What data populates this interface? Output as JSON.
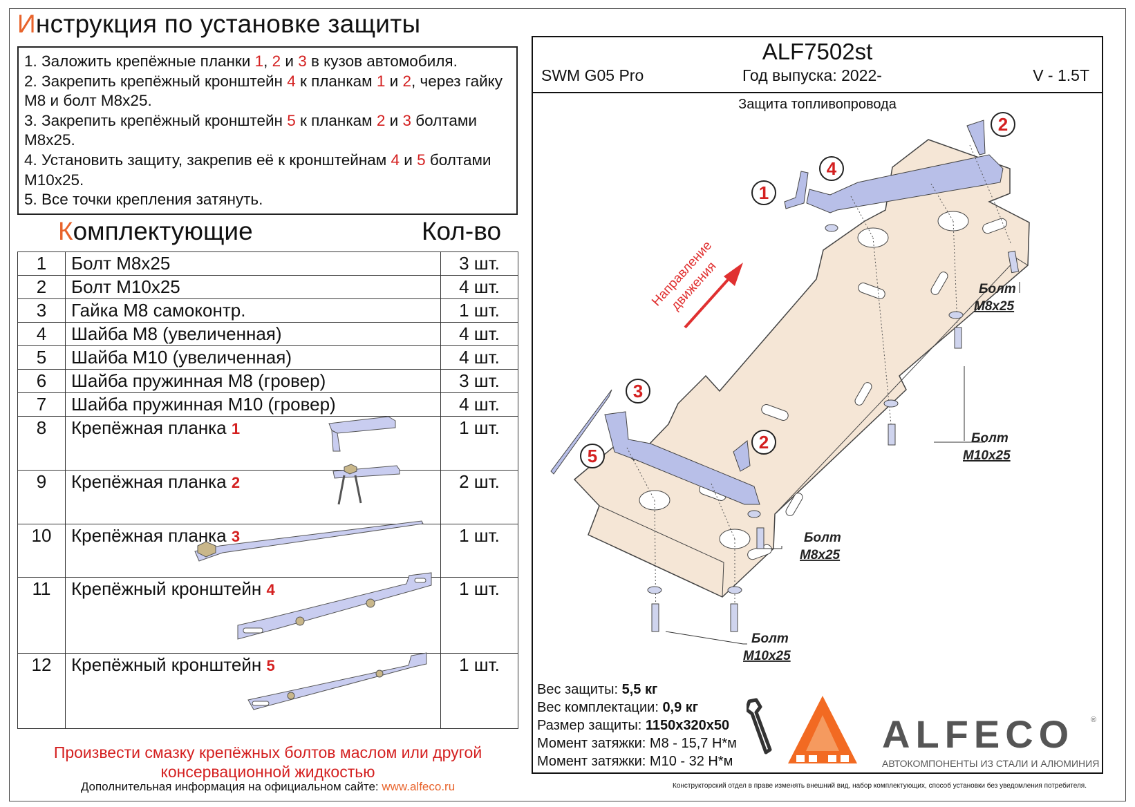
{
  "title": {
    "first": "И",
    "rest": "нструкция по установке защиты"
  },
  "steps": [
    {
      "parts": [
        "1. Заложить крепёжные планки ",
        {
          "n": "1"
        },
        ", ",
        {
          "n": "2"
        },
        " и ",
        {
          "n": "3"
        },
        " в кузов автомобиля."
      ]
    },
    {
      "parts": [
        "2. Закрепить крепёжный кронштейн ",
        {
          "n": "4"
        },
        " к планкам ",
        {
          "n": "1"
        },
        " и ",
        {
          "n": "2"
        },
        ", через гайку М8 и болт М8х25."
      ]
    },
    {
      "parts": [
        "3. Закрепить крепёжный кронштейн ",
        {
          "n": "5"
        },
        " к планкам ",
        {
          "n": "2"
        },
        " и ",
        {
          "n": "3"
        },
        " болтами М8х25."
      ]
    },
    {
      "parts": [
        "4. Установить защиту, закрепив её к кронштейнам ",
        {
          "n": "4"
        },
        " и ",
        {
          "n": "5"
        },
        " болтами М10х25."
      ]
    },
    {
      "parts": [
        "5. Все точки крепления затянуть."
      ]
    }
  ],
  "components_heading": {
    "first": "К",
    "rest": "омплектующие"
  },
  "qty_heading": "Кол-во",
  "items": [
    {
      "n": "1",
      "name": "Болт М8х25",
      "qty": "3 шт."
    },
    {
      "n": "2",
      "name": "Болт М10х25",
      "qty": "4 шт."
    },
    {
      "n": "3",
      "name": "Гайка М8 самоконтр.",
      "qty": "1 шт."
    },
    {
      "n": "4",
      "name": "Шайба М8 (увеличенная)",
      "qty": "4 шт."
    },
    {
      "n": "5",
      "name": "Шайба М10 (увеличенная)",
      "qty": "4 шт."
    },
    {
      "n": "6",
      "name": "Шайба пружинная М8 (гровер)",
      "qty": "3 шт."
    },
    {
      "n": "7",
      "name": "Шайба пружинная М10 (гровер)",
      "qty": "4 шт."
    },
    {
      "n": "8",
      "name": "Крепёжная планка",
      "ref": "1",
      "qty": "1 шт."
    },
    {
      "n": "9",
      "name": "Крепёжная планка",
      "ref": "2",
      "qty": "2 шт."
    },
    {
      "n": "10",
      "name": "Крепёжная планка",
      "ref": "3",
      "qty": "1 шт."
    },
    {
      "n": "11",
      "name": "Крепёжный кронштейн",
      "ref": "4",
      "qty": "1 шт."
    },
    {
      "n": "12",
      "name": "Крепёжный кронштейн",
      "ref": "5",
      "qty": "1 шт."
    }
  ],
  "lube_note": "Произвести смазку крепёжных болтов маслом или другой консервационной жидкостью",
  "site": {
    "text": "Дополнительная информация на официальном сайте: ",
    "url": "www.alfeco.ru"
  },
  "header": {
    "code": "ALF7502st",
    "car": "SWM G05 Pro",
    "year": "Год выпуска: 2022-",
    "engine": "V - 1.5T"
  },
  "product": "Защита топливопровода",
  "diagram": {
    "direction": [
      "Направление",
      "движения"
    ],
    "callouts": [
      "1",
      "2",
      "4",
      "3",
      "5",
      "2"
    ],
    "labels": [
      {
        "a": "Болт",
        "b": "М8х25"
      },
      {
        "a": "Болт",
        "b": "М10х25"
      },
      {
        "a": "Болт",
        "b": "М8х25"
      },
      {
        "a": "Болт",
        "b": "М10х25"
      }
    ]
  },
  "specs": [
    {
      "label": "Вес защиты: ",
      "value": "5,5 кг"
    },
    {
      "label": "Вес комплектации: ",
      "value": "0,9 кг"
    },
    {
      "label": "Размер защиты: ",
      "value": "1150х320х50"
    },
    {
      "label": "Момент затяжки: ",
      "value": "М8 - 15,7 Н*м"
    },
    {
      "label": "Момент затяжки: ",
      "value": "М10 - 32 Н*м"
    }
  ],
  "brand": "ALFECO",
  "tagline": "АВТОКОМПОНЕНТЫ ИЗ СТАЛИ И АЛЮМИНИЯ",
  "disclaimer": "Конструкторский отдел в праве изменять внешний вид, набор комплектующих, способ установки без уведомления потребителя.",
  "colors": {
    "accent": "#e8632b",
    "red": "#d42020",
    "shield": "#f5e6d6",
    "bracket": "#b8bfe8"
  }
}
